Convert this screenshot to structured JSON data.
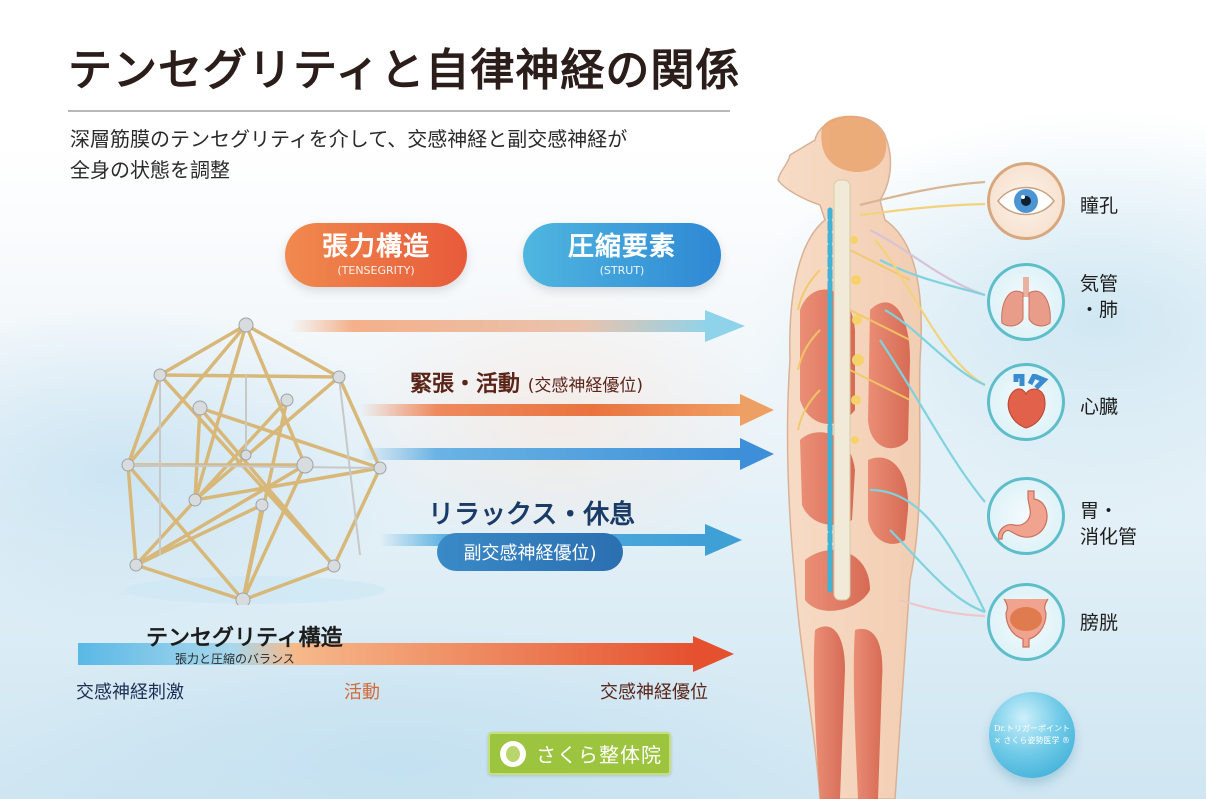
{
  "header": {
    "title": "テンセグリティと自律神経の関係",
    "subtitle_line1": "深層筋膜のテンセグリティを介して、交感神経と副交感神経が",
    "subtitle_line2": "全身の状態を調整"
  },
  "pills": {
    "tension": {
      "main": "張力構造",
      "sub": "(TENSEGRITY)",
      "color": "#e8683e"
    },
    "strut": {
      "main": "圧縮要素",
      "sub": "(STRUT)",
      "color": "#3a9bdc"
    }
  },
  "flows": {
    "tension_label": "緊張・活動",
    "tension_label_note": "(交感神経優位)",
    "relax_label": "リラックス・休息",
    "relax_pill": "副交感神経優位)"
  },
  "tensegrity": {
    "title": "テンセグリティ構造",
    "subtitle": "張力と圧縮のバランス"
  },
  "scale": {
    "left": "交感神経刺激",
    "middle": "活動",
    "right": "交感神経優位"
  },
  "organs": [
    {
      "icon": "eye-icon",
      "label_line1": "瞳孔",
      "label_line2": ""
    },
    {
      "icon": "lungs-icon",
      "label_line1": "気管",
      "label_line2": "・肺"
    },
    {
      "icon": "heart-icon",
      "label_line1": "心臓",
      "label_line2": ""
    },
    {
      "icon": "stomach-icon",
      "label_line1": "胃・",
      "label_line2": "消化管"
    },
    {
      "icon": "bladder-icon",
      "label_line1": "膀胱",
      "label_line2": ""
    }
  ],
  "branding": {
    "clinic_name": "さくら整体院",
    "orb_line1": "Dr.トリガーポイント",
    "orb_line2": "× さくら姿勢医学 ®"
  },
  "colors": {
    "sympathetic": "#e8683e",
    "parasympathetic": "#3a9bdc",
    "title_text": "#2b1d1a",
    "logo_green": "#9cc43e"
  }
}
